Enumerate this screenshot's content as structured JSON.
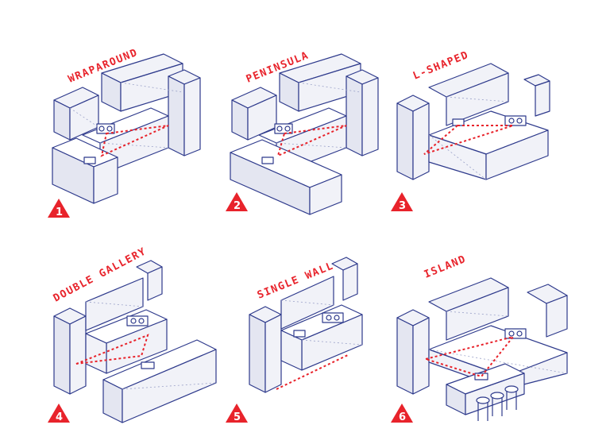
{
  "colors": {
    "accent": "#e8232b",
    "line": "#2e3a8c",
    "fill": "#f1f2f8"
  },
  "layouts": [
    {
      "number": "1",
      "name": "WRAPAROUND"
    },
    {
      "number": "2",
      "name": "PENINSULA"
    },
    {
      "number": "3",
      "name": "L-SHAPED"
    },
    {
      "number": "4",
      "name": "DOUBLE GALLERY"
    },
    {
      "number": "5",
      "name": "SINGLE WALL"
    },
    {
      "number": "6",
      "name": "ISLAND"
    }
  ]
}
